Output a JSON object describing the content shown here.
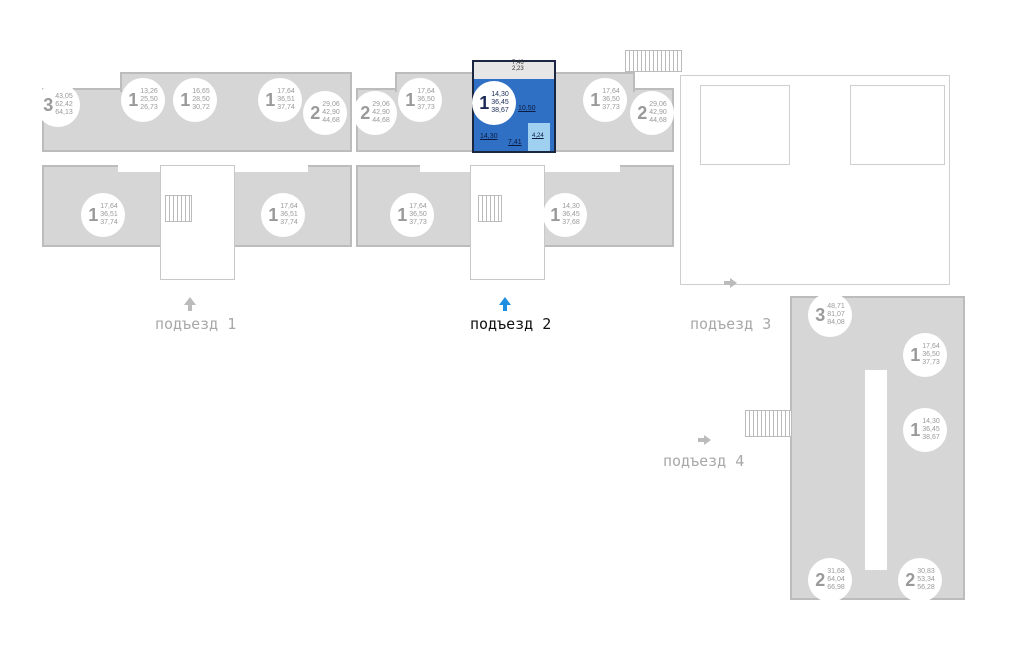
{
  "entrances": [
    {
      "label": "подъезд 1",
      "selected": false
    },
    {
      "label": "подъезд 2",
      "selected": true
    },
    {
      "label": "подъезд 3",
      "selected": false
    },
    {
      "label": "подъезд 4",
      "selected": false
    }
  ],
  "apartments": [
    {
      "rooms": "3",
      "a": "43,05",
      "b": "62,42",
      "c": "64,13"
    },
    {
      "rooms": "1",
      "a": "13,26",
      "b": "25,50",
      "c": "26,73"
    },
    {
      "rooms": "1",
      "a": "16,65",
      "b": "28,50",
      "c": "30,72"
    },
    {
      "rooms": "1",
      "a": "17,64",
      "b": "36,51",
      "c": "37,74"
    },
    {
      "rooms": "2",
      "a": "29,06",
      "b": "42,90",
      "c": "44,68"
    },
    {
      "rooms": "2",
      "a": "29,06",
      "b": "42,90",
      "c": "44,68"
    },
    {
      "rooms": "1",
      "a": "17,64",
      "b": "36,50",
      "c": "37,73"
    },
    {
      "rooms": "1",
      "a": "14,30",
      "b": "36,45",
      "c": "38,67",
      "selected": true
    },
    {
      "rooms": "1",
      "a": "17,64",
      "b": "36,50",
      "c": "37,73"
    },
    {
      "rooms": "2",
      "a": "29,06",
      "b": "42,90",
      "c": "44,68"
    },
    {
      "rooms": "1",
      "a": "17,64",
      "b": "36,51",
      "c": "37,74"
    },
    {
      "rooms": "1",
      "a": "17,64",
      "b": "36,51",
      "c": "37,74"
    },
    {
      "rooms": "1",
      "a": "17,64",
      "b": "36,50",
      "c": "37,73"
    },
    {
      "rooms": "1",
      "a": "14,30",
      "b": "36,45",
      "c": "37,68"
    },
    {
      "rooms": "3",
      "a": "48,71",
      "b": "81,07",
      "c": "84,08"
    },
    {
      "rooms": "1",
      "a": "17,64",
      "b": "36,50",
      "c": "37,73"
    },
    {
      "rooms": "1",
      "a": "14,30",
      "b": "36,45",
      "c": "38,67"
    },
    {
      "rooms": "2",
      "a": "31,68",
      "b": "64,04",
      "c": "66,98"
    },
    {
      "rooms": "2",
      "a": "30,83",
      "b": "53,34",
      "c": "56,28"
    }
  ],
  "selected_rooms": {
    "terrace": "7,46\n2,23",
    "living": "14,30",
    "kitchen": "10,50",
    "hall": "7,41",
    "bath": "4,24"
  },
  "colors": {
    "selected": "#2f6fc4",
    "arrow_selected": "#1e8fe0",
    "plan": "#d6d6d6"
  }
}
